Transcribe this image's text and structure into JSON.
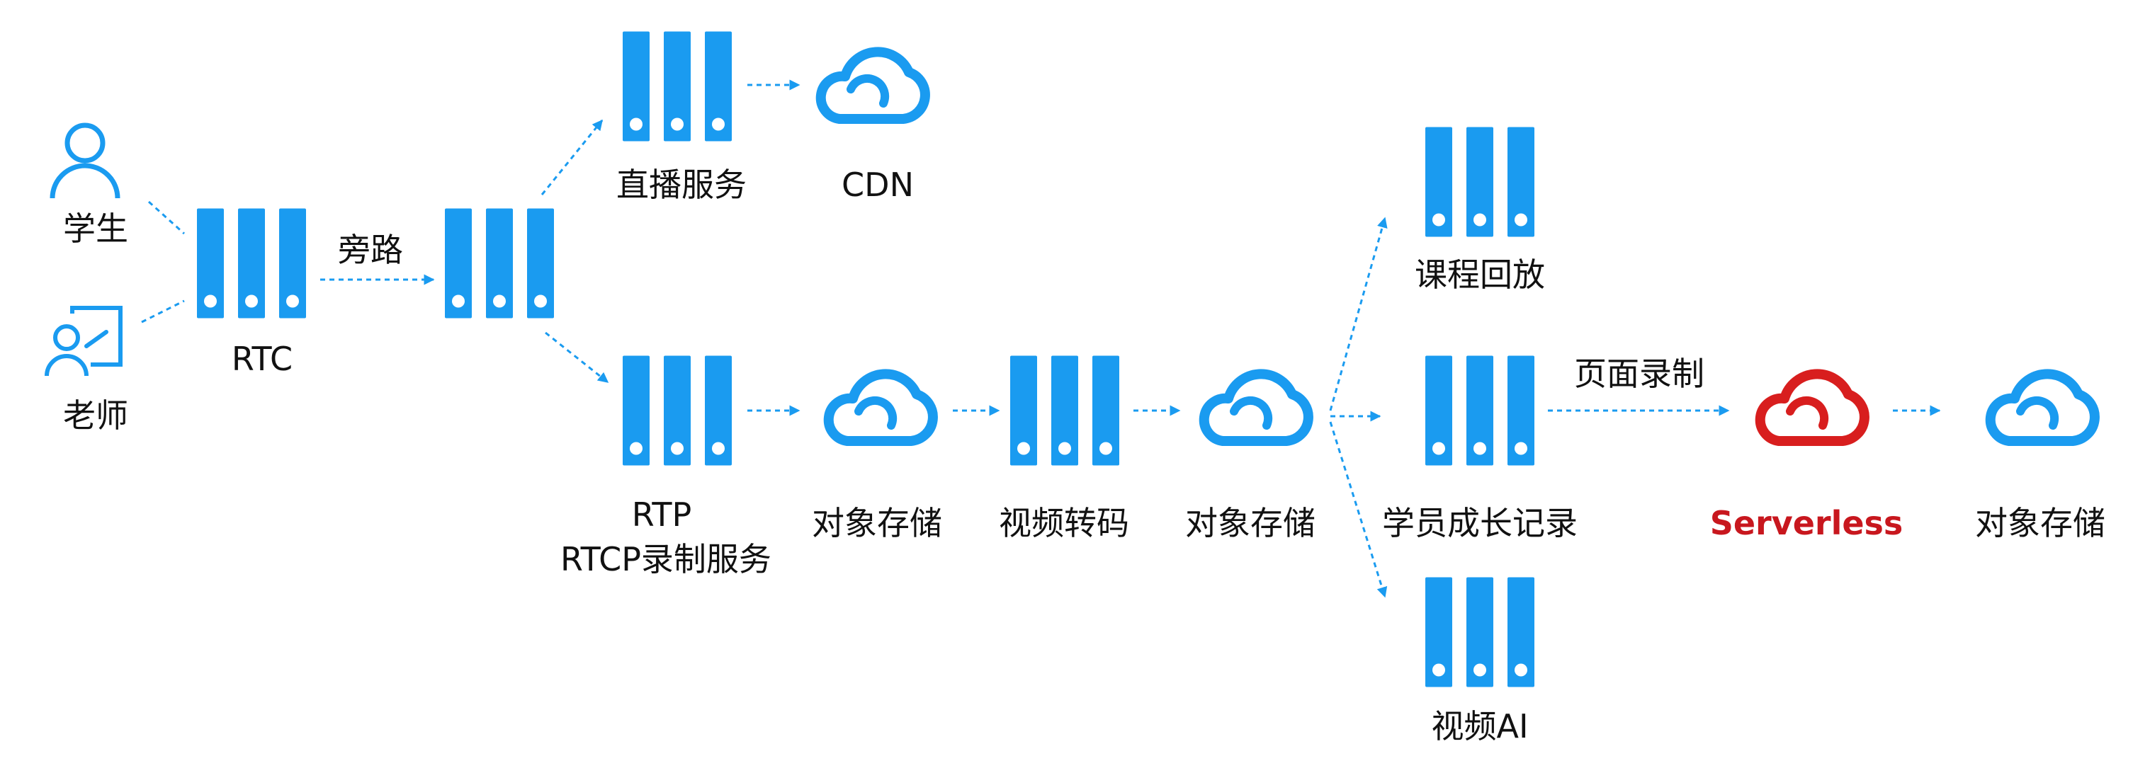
{
  "colors": {
    "primary": "#1a9bf0",
    "accent": "#d81e1e",
    "accent_text": "#c8171e",
    "arrow": "#1a9bf0",
    "text": "#111111"
  },
  "nodes": {
    "student": {
      "label": "学生",
      "icon": "person-icon"
    },
    "teacher": {
      "label": "老师",
      "icon": "teacher-icon"
    },
    "rtc": {
      "label": "RTC",
      "icon": "server-icon"
    },
    "bypass": {
      "label": "",
      "icon": "server-icon"
    },
    "live": {
      "label": "直播服务",
      "icon": "server-icon"
    },
    "cdn": {
      "label": "CDN",
      "icon": "cloud-icon"
    },
    "rtp": {
      "label_line1": "RTP",
      "label_line2": "RTCP录制服务",
      "icon": "server-icon"
    },
    "storage1": {
      "label": "对象存储",
      "icon": "cloud-icon"
    },
    "transcode": {
      "label": "视频转码",
      "icon": "server-icon"
    },
    "storage2": {
      "label": "对象存储",
      "icon": "cloud-icon"
    },
    "replay": {
      "label": "课程回放",
      "icon": "server-icon"
    },
    "growth": {
      "label": "学员成长记录",
      "icon": "server-icon"
    },
    "videoai": {
      "label": "视频AI",
      "icon": "server-icon"
    },
    "serverless": {
      "label": "Serverless",
      "icon": "cloud-icon"
    },
    "storage3": {
      "label": "对象存储",
      "icon": "cloud-icon"
    }
  },
  "edges": [
    {
      "from": "student",
      "to": "rtc",
      "label": "",
      "arrowhead": false
    },
    {
      "from": "teacher",
      "to": "rtc",
      "label": "",
      "arrowhead": false
    },
    {
      "from": "rtc",
      "to": "bypass",
      "label": "旁路",
      "arrowhead": true
    },
    {
      "from": "bypass",
      "to": "live",
      "label": "",
      "arrowhead": true
    },
    {
      "from": "bypass",
      "to": "rtp",
      "label": "",
      "arrowhead": true
    },
    {
      "from": "live",
      "to": "cdn",
      "label": "",
      "arrowhead": true
    },
    {
      "from": "rtp",
      "to": "storage1",
      "label": "",
      "arrowhead": true
    },
    {
      "from": "storage1",
      "to": "transcode",
      "label": "",
      "arrowhead": true
    },
    {
      "from": "transcode",
      "to": "storage2",
      "label": "",
      "arrowhead": true
    },
    {
      "from": "storage2",
      "to": "replay",
      "label": "",
      "arrowhead": true
    },
    {
      "from": "storage2",
      "to": "growth",
      "label": "",
      "arrowhead": true
    },
    {
      "from": "storage2",
      "to": "videoai",
      "label": "",
      "arrowhead": true
    },
    {
      "from": "growth",
      "to": "serverless",
      "label": "页面录制",
      "arrowhead": true
    },
    {
      "from": "serverless",
      "to": "storage3",
      "label": "",
      "arrowhead": true
    }
  ]
}
